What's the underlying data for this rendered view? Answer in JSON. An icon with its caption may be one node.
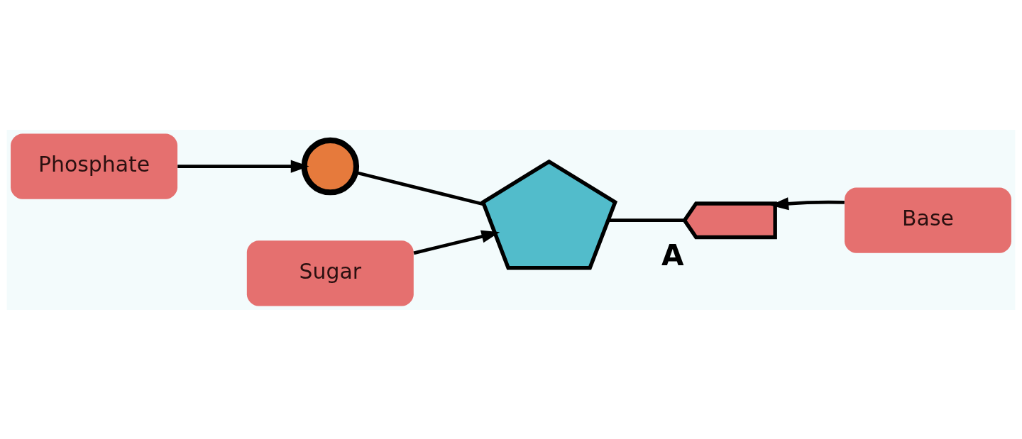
{
  "diagram": {
    "nodes": [
      {
        "text": [],
        "shape": "circle"
      },
      {
        "text": [
          "Phosphate"
        ]
      },
      {
        "text": [],
        "shape": "pentagon"
      },
      {
        "text": [],
        "shape": "tag",
        "beside": [
          "A"
        ]
      },
      {
        "text": [
          "Base"
        ]
      },
      {
        "text": [
          "Sugar"
        ]
      }
    ],
    "edges": [
      {
        "from": 1,
        "to": 0,
        "arrow": "to"
      },
      {
        "from": 0,
        "to": 2,
        "arrow": "none"
      },
      {
        "from": 2,
        "to": 3,
        "arrow": "none"
      },
      {
        "from": 4,
        "to": 3,
        "arrow": "to"
      },
      {
        "from": 5,
        "to": 2,
        "arrow": "to"
      }
    ]
  }
}
